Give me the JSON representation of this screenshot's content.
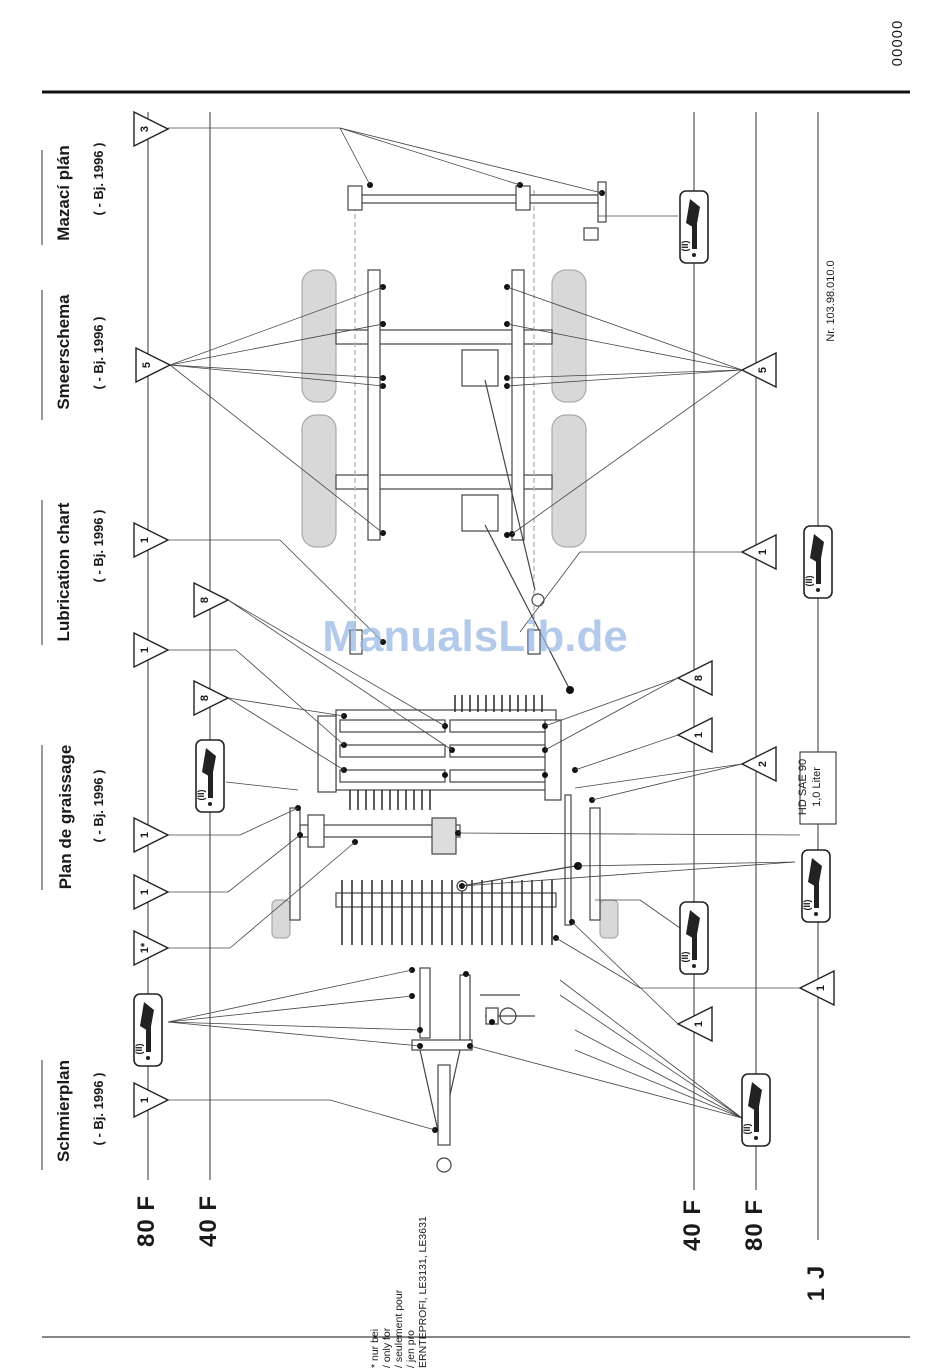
{
  "page_number": "00000",
  "headers": [
    {
      "title": "Schmierplan",
      "subtitle": "( - Bj. 1996 )"
    },
    {
      "title": "Plan de graissage",
      "subtitle": "( - Bj. 1996 )"
    },
    {
      "title": "Lubrication chart",
      "subtitle": "( - Bj. 1996 )"
    },
    {
      "title": "Smeerschema",
      "subtitle": "( - Bj. 1996 )"
    },
    {
      "title": "Mazací plán",
      "subtitle": "( - Bj. 1996 )"
    }
  ],
  "intervals": {
    "left_80": "80 F",
    "left_40": "40 F",
    "right_40": "40 F",
    "right_80": "80 F",
    "right_1j": "1 J"
  },
  "doc_number": "Nr. 103.98.010.0",
  "oil_spec": {
    "line1": "HD SAE 90",
    "line2": "1,0 Liter"
  },
  "footnote": [
    "* nur bei",
    "/ only for",
    "/ seulement pour",
    "/ jen pro",
    "ERNTEPROFI, LE3131, LE3631"
  ],
  "watermark": "ManualsLib.de",
  "tri_labels": {
    "t3": "3",
    "t5a": "5",
    "t5b": "5",
    "t1a": "1",
    "t1b": "1",
    "t1c": "1",
    "t8a": "8",
    "t8b": "8",
    "t8c": "8",
    "t1d": "1",
    "t2": "2",
    "t1e": "1",
    "t1f": "1",
    "t1star": "1*",
    "t1g": "1",
    "t1h": "1",
    "t1i": "1"
  },
  "grease_label": "(II)"
}
